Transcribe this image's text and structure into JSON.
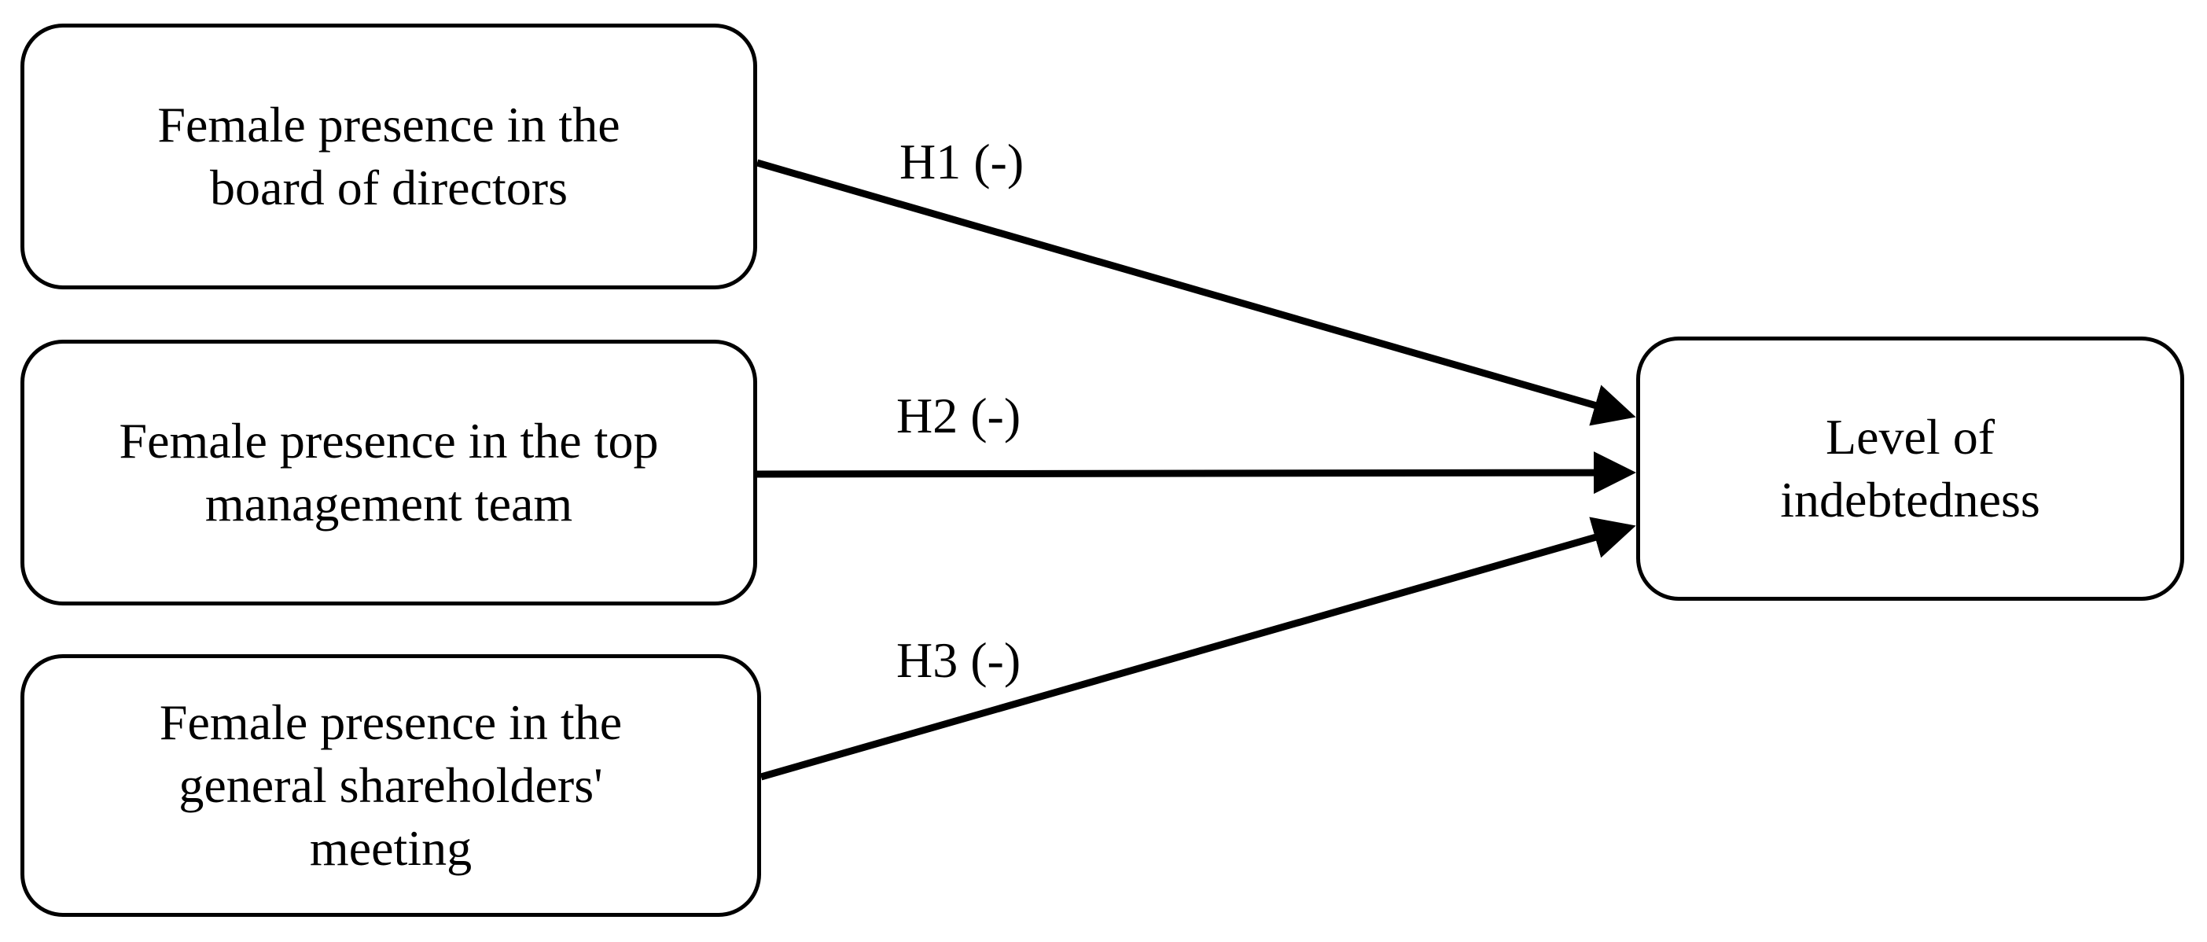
{
  "nodes": {
    "board": {
      "label": "Female presence in the\nboard of directors"
    },
    "tmt": {
      "label": "Female presence in the top\nmanagement team"
    },
    "gsm": {
      "label": "Female presence in the\ngeneral shareholders'\nmeeting"
    },
    "outcome": {
      "label": "Level  of\nindebtedness"
    }
  },
  "edges": [
    {
      "from": "board",
      "to": "outcome",
      "label": "H1 (-)"
    },
    {
      "from": "tmt",
      "to": "outcome",
      "label": "H2 (-)"
    },
    {
      "from": "gsm",
      "to": "outcome",
      "label": "H3 (-)"
    }
  ],
  "colors": {
    "stroke": "#000000",
    "background": "#ffffff"
  }
}
